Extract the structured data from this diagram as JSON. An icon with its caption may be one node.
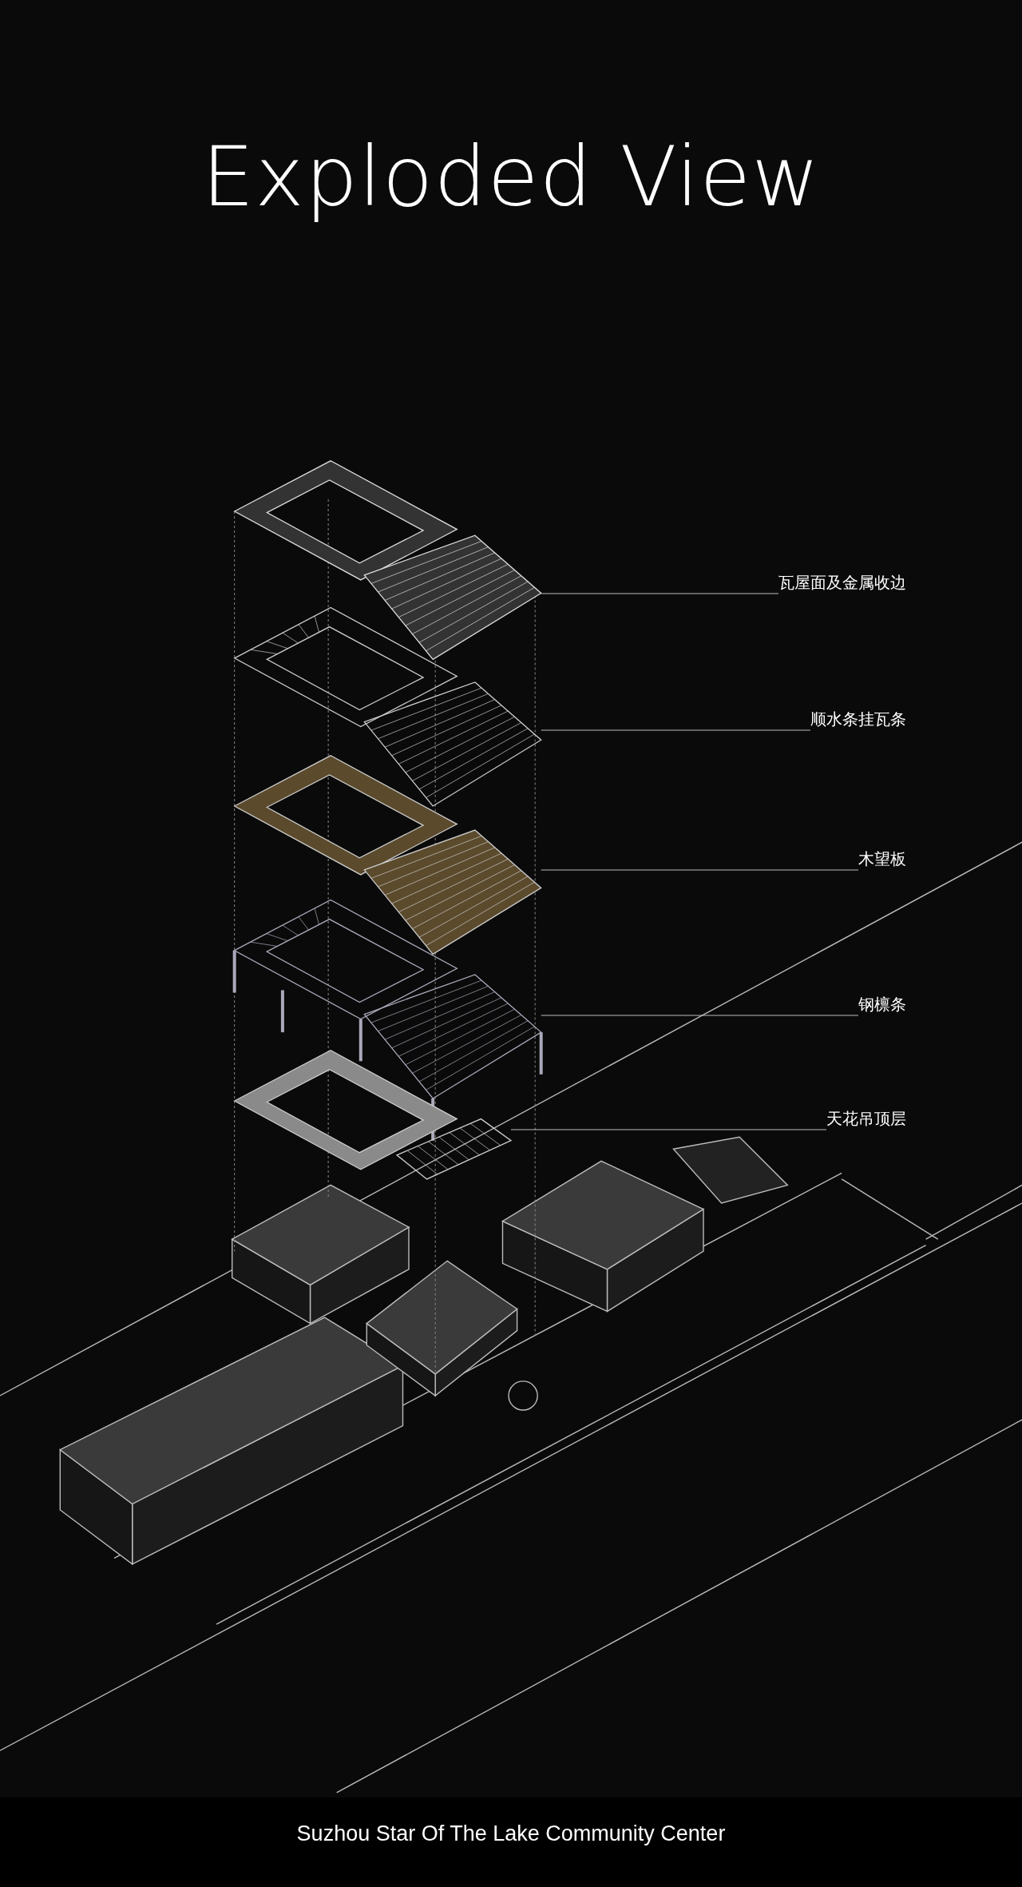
{
  "diagram": {
    "title": "Exploded View",
    "caption": "Suzhou Star Of The Lake Community Center",
    "nodes": [
      {
        "text": [
          "瓦屋面及金属收边"
        ]
      },
      {
        "text": [
          "顺水条挂瓦条"
        ]
      },
      {
        "text": [
          "木望板"
        ]
      },
      {
        "text": [
          "钢檩条"
        ]
      },
      {
        "text": [
          "天花吊顶层"
        ]
      },
      {
        "text": [],
        "shape": "picture"
      },
      {
        "text": [],
        "shape": "picture"
      },
      {
        "text": [],
        "shape": "picture"
      },
      {
        "text": [],
        "shape": "picture"
      },
      {
        "text": [],
        "shape": "picture"
      }
    ],
    "edges": [
      {
        "from": 0,
        "to": 5,
        "arrow": "none"
      },
      {
        "from": 1,
        "to": 6,
        "arrow": "none"
      },
      {
        "from": 2,
        "to": 7,
        "arrow": "none"
      },
      {
        "from": 3,
        "to": 8,
        "arrow": "none"
      },
      {
        "from": 4,
        "to": 9,
        "arrow": "none"
      }
    ]
  }
}
